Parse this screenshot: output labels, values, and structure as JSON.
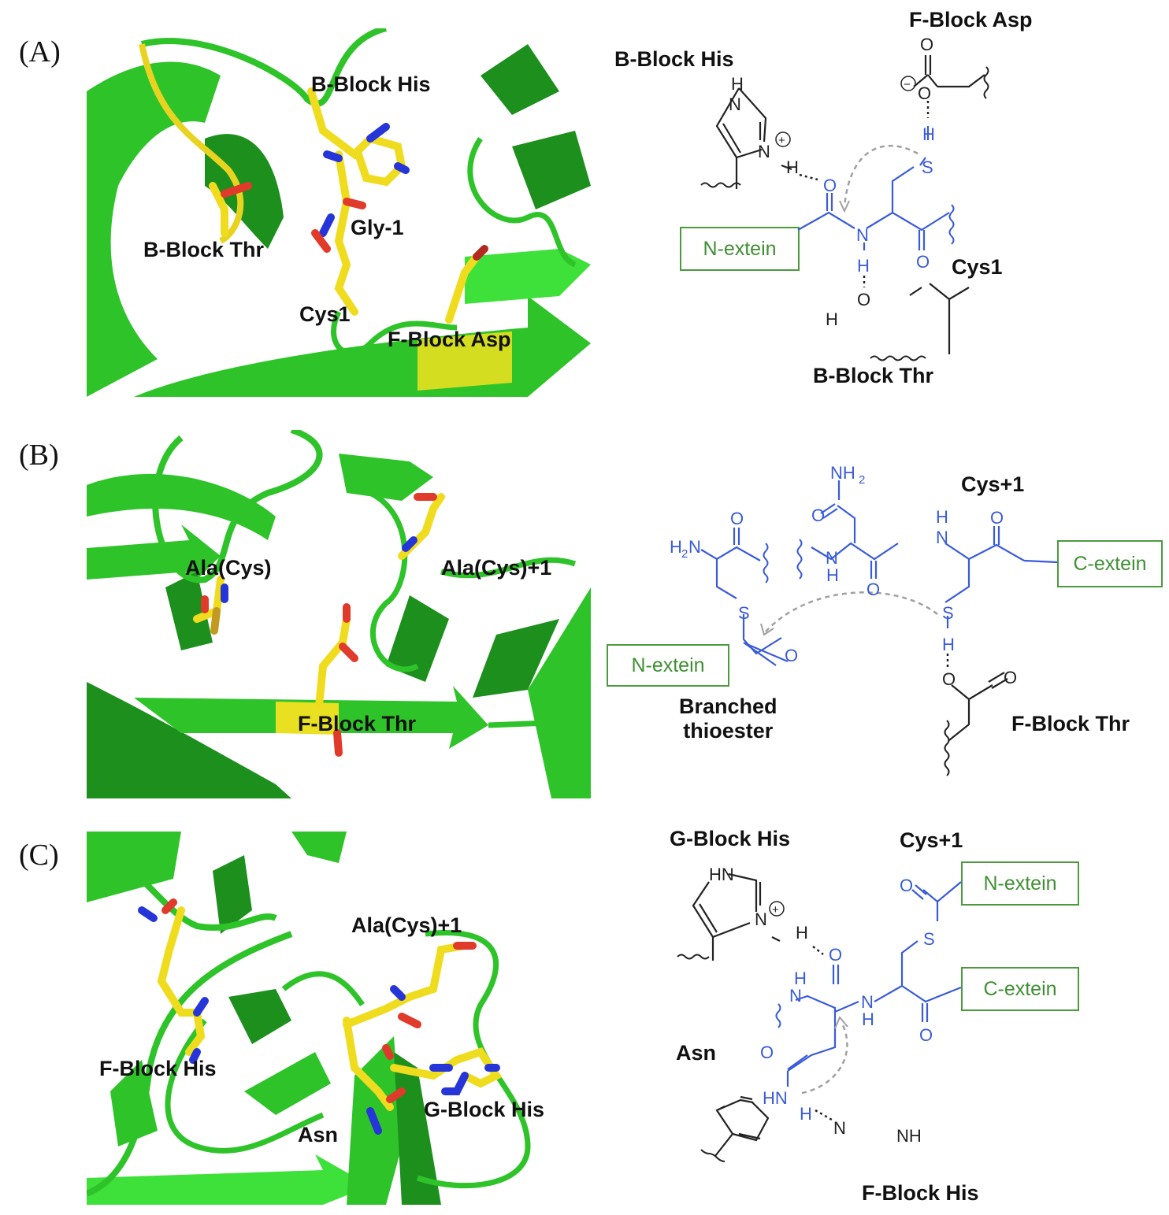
{
  "figure": {
    "colors": {
      "ribbon": "#2fc32a",
      "ribbon_dark": "#1d8f1d",
      "ribbon_light": "#3ee03a",
      "stick_carbon": "#f0dc1e",
      "stick_nitrogen": "#2535d8",
      "stick_oxygen": "#e03a2a",
      "chem_blue": "#3a5bd8",
      "chem_black": "#222222",
      "extein_green": "#3f8f32",
      "arrow_gray": "#a0a0a0"
    },
    "panels": [
      {
        "id": "A",
        "label": "(A)",
        "structure_labels": [
          "B-Block His",
          "Gly-1",
          "B-Block Thr",
          "Cys1",
          "F-Block Asp"
        ],
        "scheme": {
          "residue_labels": [
            "F-Block Asp",
            "B-Block His",
            "Cys1",
            "B-Block Thr"
          ],
          "boxes": [
            "N-extein"
          ],
          "atoms": {
            "his_nh": "H",
            "his_n_top": "N",
            "his_n_plus": "N",
            "his_h": "H",
            "charge_plus": "+",
            "asp_o_double": "O",
            "asp_o_minus": "O",
            "charge_minus": "−",
            "cys_h": "H",
            "cys_s": "S",
            "amide_o": "O",
            "amide_n": "N",
            "amide_h": "H",
            "carbonyl_o": "O",
            "thr_o": "O",
            "thr_h": "H"
          }
        }
      },
      {
        "id": "B",
        "label": "(B)",
        "structure_labels": [
          "Ala(Cys)",
          "Ala(Cys)+1",
          "F-Block Thr"
        ],
        "scheme": {
          "residue_labels": [
            "Cys+1",
            "Branched thioester",
            "F-Block Thr"
          ],
          "branched_line1": "Branched",
          "branched_line2": "thioester",
          "boxes": [
            "C-extein",
            "N-extein"
          ],
          "atoms": {
            "nh2_top": "NH",
            "nh2_sub": "2",
            "h2n": "H",
            "h2n_sub": "2",
            "h2n_n": "N",
            "o1": "O",
            "o_asn": "O",
            "n_amide": "N",
            "h_amide": "H",
            "o_amide": "O",
            "h_top": "H",
            "n_top": "N",
            "o_cys": "O",
            "s_left": "S",
            "o_thio": "O",
            "s_right": "S",
            "h_sh": "H",
            "o_thr": "O",
            "o_thr2": "O"
          }
        }
      },
      {
        "id": "C",
        "label": "(C)",
        "structure_labels": [
          "Ala(Cys)+1",
          "F-Block His",
          "Asn",
          "G-Block His"
        ],
        "scheme": {
          "residue_labels": [
            "G-Block His",
            "Cys+1",
            "Asn",
            "F-Block His"
          ],
          "boxes": [
            "N-extein",
            "C-extein"
          ],
          "atoms": {
            "hn_his": "HN",
            "n_plus": "N",
            "charge_plus": "+",
            "h_his": "H",
            "o_top": "O",
            "s": "S",
            "o_thio": "O",
            "h_amide": "H",
            "n_amide": "N",
            "n_main": "N",
            "h_main": "H",
            "o_cys": "O",
            "o_asn": "O",
            "hn_asn": "HN",
            "h_asn": "H",
            "n_fhis": "N",
            "nh_fhis": "NH"
          }
        }
      }
    ]
  }
}
